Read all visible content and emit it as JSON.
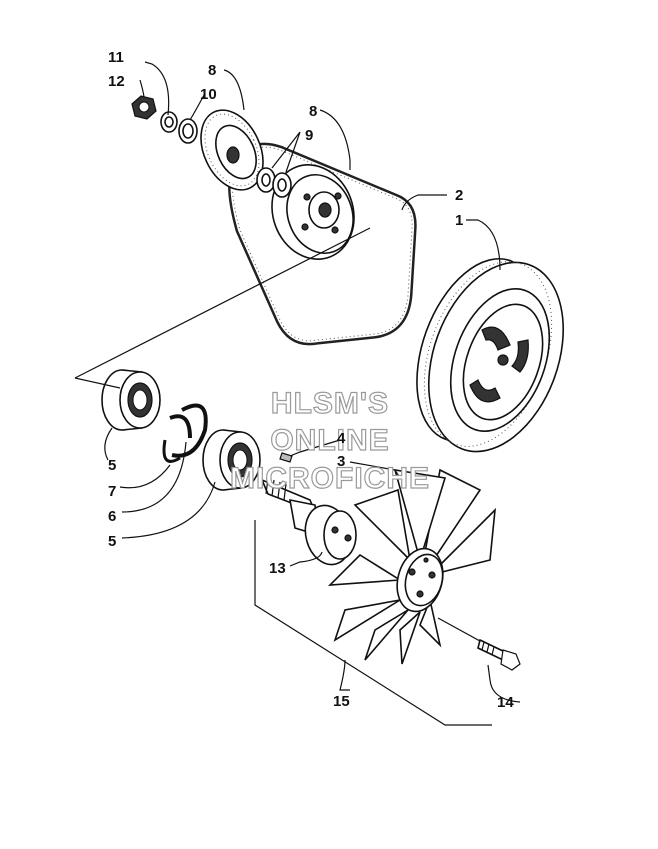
{
  "watermark": {
    "line1": "HLSM'S",
    "line2": "ONLINE",
    "line3": "MICROFICHE"
  },
  "callouts": [
    {
      "id": "c11a",
      "text": "11"
    },
    {
      "id": "c12",
      "text": "12"
    },
    {
      "id": "c8a",
      "text": "8"
    },
    {
      "id": "c10",
      "text": "10"
    },
    {
      "id": "c8b",
      "text": "8"
    },
    {
      "id": "c9",
      "text": "9"
    },
    {
      "id": "c2",
      "text": "2"
    },
    {
      "id": "c1",
      "text": "1"
    },
    {
      "id": "c4",
      "text": "4"
    },
    {
      "id": "c3",
      "text": "3"
    },
    {
      "id": "c5a",
      "text": "5"
    },
    {
      "id": "c7",
      "text": "7"
    },
    {
      "id": "c6",
      "text": "6"
    },
    {
      "id": "c5b",
      "text": "5"
    },
    {
      "id": "c13",
      "text": "13"
    },
    {
      "id": "c15",
      "text": "15"
    },
    {
      "id": "c14",
      "text": "14"
    }
  ]
}
